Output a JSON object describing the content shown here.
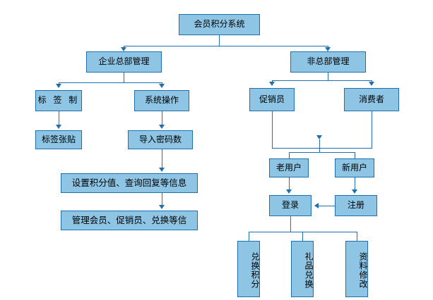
{
  "diagram": {
    "title_node": "会员积分系统",
    "colors": {
      "node_fill": "#8ec4e4",
      "node_border": "#1f6fae",
      "connector": "#1f6fae",
      "background": "#ffffff",
      "text": "#000000"
    },
    "nodes": {
      "root": "会员积分系统",
      "hq_management": "企业总部管理",
      "non_hq_management": "非总部管理",
      "label_make": "标 签 制",
      "system_operation": "系统操作",
      "label_paste": "标签张贴",
      "import_password": "导入密码数",
      "set_points_info": "设置积分值、查询回复等信息",
      "manage_members": "管理会员、促销员、兑换等信",
      "promoter": "促销员",
      "consumer": "消费者",
      "old_user": "老用户",
      "new_user": "新用户",
      "login": "登录",
      "register": "注册",
      "exchange_points": "兑换积分",
      "gift_exchange": "礼品兑换",
      "profile_edit": "资料修改"
    }
  }
}
